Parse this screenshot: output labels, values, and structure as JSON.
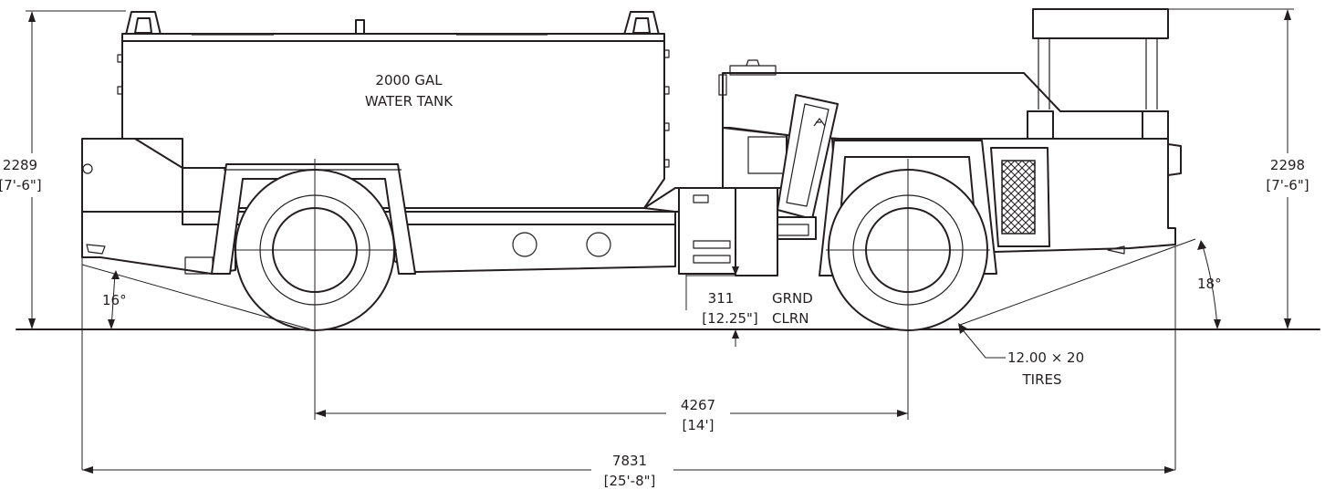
{
  "tank": {
    "line1": "2000 GAL",
    "line2": "WATER TANK"
  },
  "height_left": {
    "mm": "2289",
    "ft": "[7'-6\"]"
  },
  "height_right": {
    "mm": "2298",
    "ft": "[7'-6\"]"
  },
  "angle_left": "16°",
  "angle_right": "18°",
  "clearance": {
    "mm": "311",
    "in": "[12.25\"]",
    "line1": "GRND",
    "line2": "CLRN"
  },
  "tires": {
    "line1": "12.00 × 20",
    "line2": "TIRES"
  },
  "wheelbase": {
    "mm": "4267",
    "ft": "[14']"
  },
  "overall_length": {
    "mm": "7831",
    "ft": "[25'-8\"]"
  }
}
